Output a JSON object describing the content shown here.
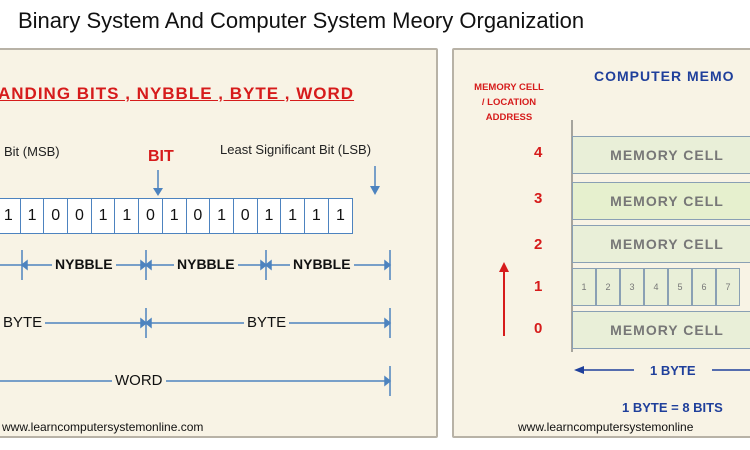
{
  "title": "Binary System And Computer System Meory Organization",
  "left": {
    "heading": "ANDING BITS , NYBBLE , BYTE , WORD",
    "msb_label": "Bit (MSB)",
    "lsb_label": "Least Significant Bit (LSB)",
    "bit_label": "BIT",
    "bits": [
      "1",
      "1",
      "0",
      "0",
      "1",
      "1",
      "0",
      "1",
      "0",
      "1",
      "0",
      "1",
      "1",
      "1",
      "1"
    ],
    "nybbles": [
      "NYBBLE",
      "NYBBLE",
      "NYBBLE"
    ],
    "bytes": [
      "BYTE",
      "BYTE"
    ],
    "word": "WORD",
    "footer": "www.learncomputersystemonline.com"
  },
  "right": {
    "heading": "COMPUTER MEMO",
    "address_title": "MEMORY CELL / LOCATION ADDRESS",
    "cells": [
      {
        "address": "4",
        "label": "MEMORY CELL"
      },
      {
        "address": "3",
        "label": "MEMORY CELL"
      },
      {
        "address": "2",
        "label": "MEMORY CELL"
      },
      {
        "address": "1",
        "bits": [
          "1",
          "2",
          "3",
          "4",
          "5",
          "6",
          "7"
        ]
      },
      {
        "address": "0",
        "label": "MEMORY CELL"
      }
    ],
    "byte_label": "1 BYTE",
    "byte_eq": "1 BYTE = 8 BITS",
    "footer": "www.learncomputersystemonline"
  },
  "colors": {
    "accent_red": "#d61b1b",
    "accent_blue": "#1f3f9b",
    "line_blue": "#4d83bf",
    "panel_bg": "#f8f3e5"
  }
}
